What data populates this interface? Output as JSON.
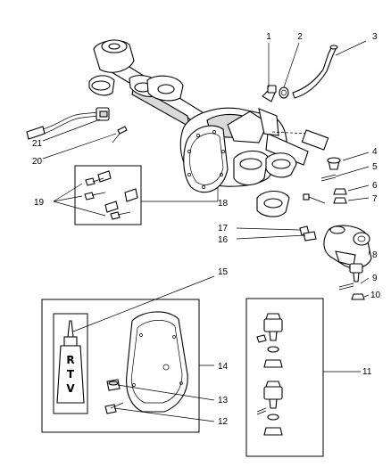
{
  "diagram": {
    "callouts": {
      "c1": "1",
      "c2": "2",
      "c3": "3",
      "c4": "4",
      "c5": "5",
      "c6": "6",
      "c7": "7",
      "c8": "8",
      "c9": "9",
      "c10": "10",
      "c11": "11",
      "c12": "12",
      "c13": "13",
      "c14": "14",
      "c15": "15",
      "c16": "16",
      "c17": "17",
      "c18": "18",
      "c19": "19",
      "c20": "20",
      "c21": "21"
    },
    "sealant_tube": {
      "letters": [
        "R",
        "T",
        "V"
      ]
    }
  }
}
